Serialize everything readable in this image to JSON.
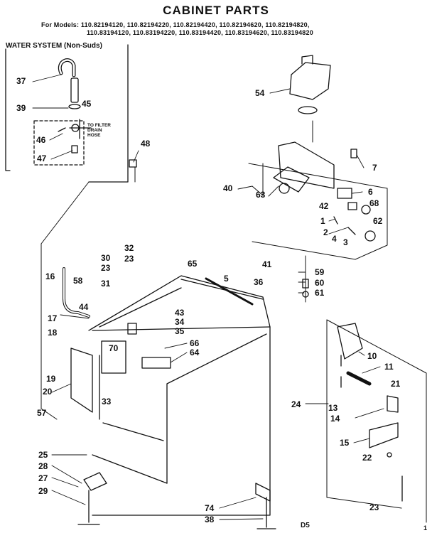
{
  "title": "CABINET PARTS",
  "models": {
    "line1": "For Models: 110.82194120, 110.82194220, 110.82194420, 110.82194620, 110.82194820,",
    "line2": "110.83194120, 110.83194220, 110.83194420, 110.83194620, 110.83194820"
  },
  "water_system_title": "WATER SYSTEM (Non-Suds)",
  "drain_note": [
    "TO FILTER",
    "DRAIN",
    "HOSE"
  ],
  "callouts": [
    "37",
    "39",
    "45",
    "46",
    "47",
    "48",
    "54",
    "7",
    "40",
    "63",
    "6",
    "42",
    "68",
    "1",
    "62",
    "2",
    "4",
    "3",
    "32",
    "23",
    "30",
    "23",
    "31",
    "16",
    "58",
    "65",
    "5",
    "41",
    "36",
    "59",
    "60",
    "61",
    "43",
    "34",
    "35",
    "17",
    "44",
    "18",
    "66",
    "64",
    "70",
    "19",
    "20",
    "10",
    "11",
    "33",
    "24",
    "13",
    "21",
    "14",
    "57",
    "15",
    "22",
    "25",
    "28",
    "27",
    "29",
    "74",
    "38",
    "23"
  ],
  "diagram_code": "D5",
  "page_number": "1"
}
